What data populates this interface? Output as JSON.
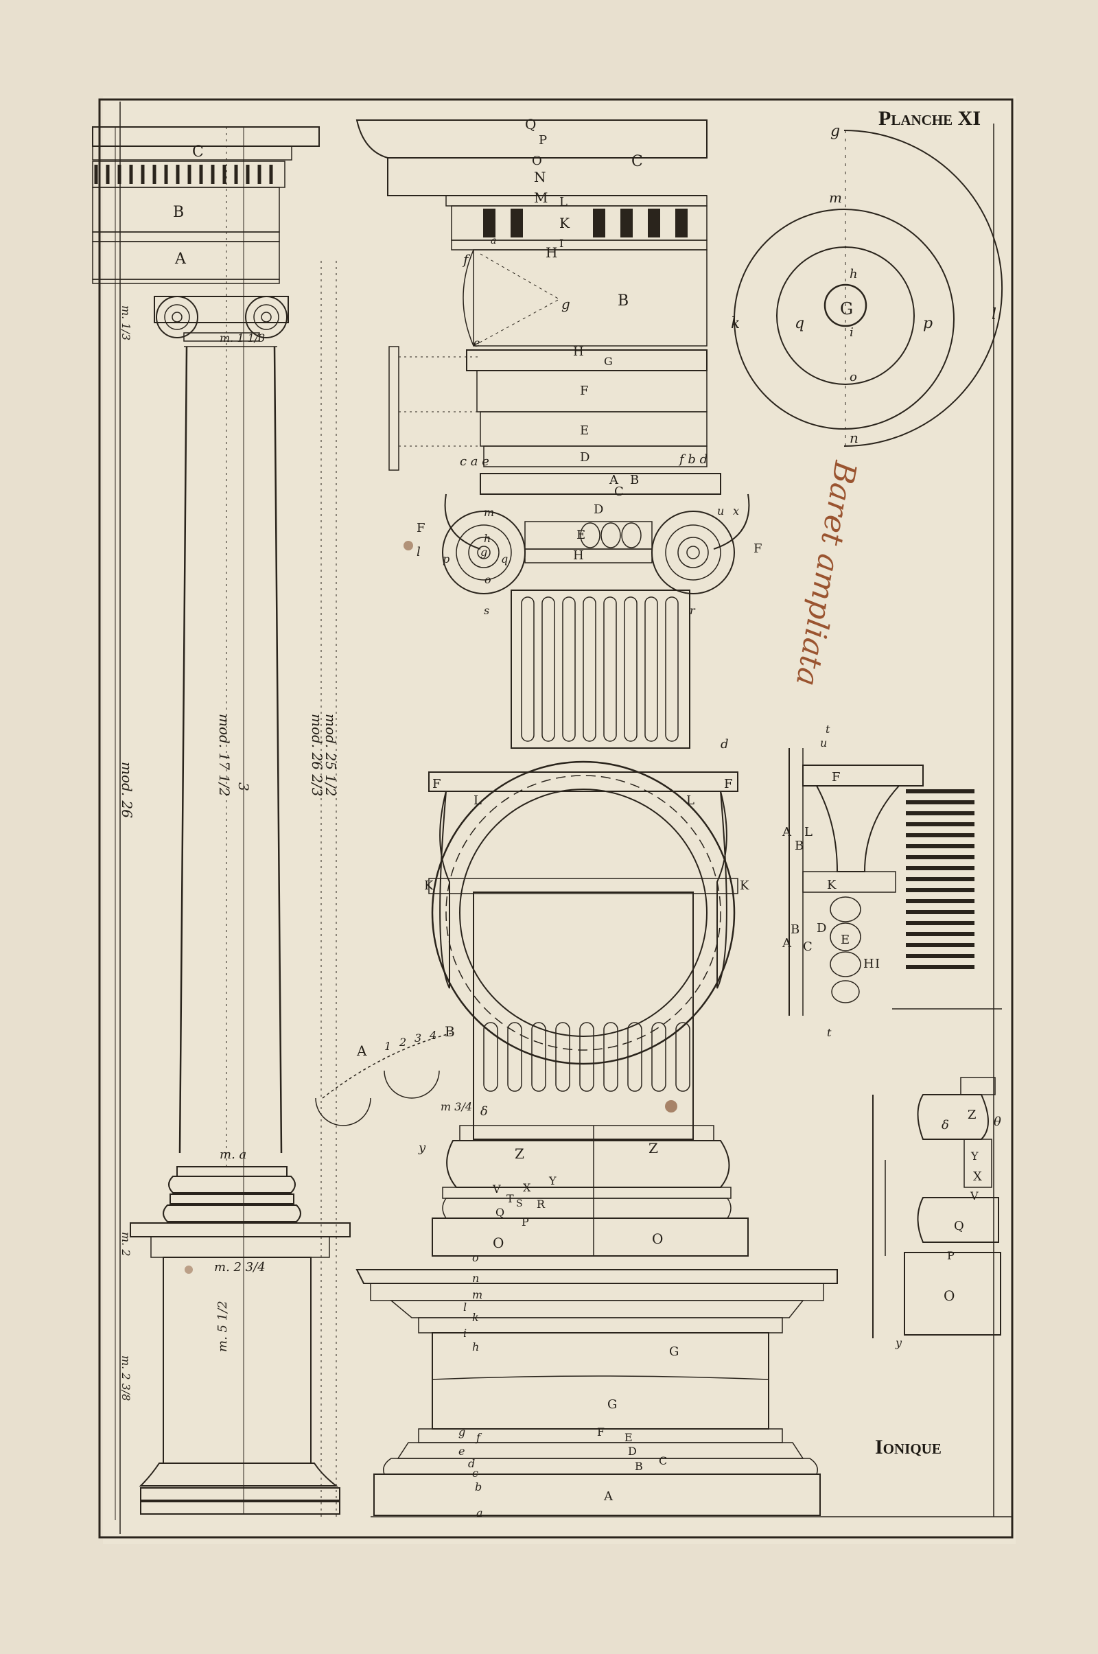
{
  "plate": {
    "title": "Planche XI",
    "order": "Ionique",
    "handwritten_note": "Baret ampliata"
  },
  "colors": {
    "paper": "#e8e0cf",
    "ink": "#2a241c",
    "brown_ink": "#9a5430",
    "stain": "#8a5a3a"
  },
  "left_elevation": {
    "entablature_labels": [
      "C",
      "B",
      "A"
    ],
    "measures": {
      "m_third_1": "m. 1/3",
      "m_third_2": "m. 1 1/3",
      "m_column": "mod. 17 1/2",
      "m_column_b": "3",
      "m_total": "mod. 26",
      "m_total_b": "mod. 25 1/2",
      "m_total_c": "mod. 26 2/3",
      "m_base": "m. 2",
      "m_pedestal_top": "m. 2 3/4",
      "m_pedestal": "m. 5 1/2",
      "m_ped_base": "m. 2 3/8",
      "m_a": "m. a"
    }
  },
  "entablature_detail": {
    "labels": [
      "Q",
      "P",
      "O",
      "N",
      "M",
      "L",
      "K",
      "I",
      "H",
      "C",
      "B",
      "f",
      "g",
      "e",
      "a"
    ],
    "architrave_labels": [
      "H",
      "G",
      "F",
      "E",
      "D"
    ],
    "edge_labels": [
      "c a e",
      "f b d"
    ]
  },
  "capital_detail": {
    "labels": [
      "A",
      "B",
      "C",
      "D",
      "E",
      "H",
      "F",
      "F",
      "m",
      "h",
      "g",
      "o",
      "p",
      "q",
      "l",
      "u",
      "x",
      "r",
      "s"
    ]
  },
  "volute_construction": {
    "labels": [
      "g",
      "m",
      "h",
      "G",
      "i",
      "o",
      "n",
      "k",
      "q",
      "p",
      "l"
    ]
  },
  "plan_capital": {
    "labels": [
      "F",
      "L",
      "L",
      "F",
      "K",
      "K",
      "d"
    ]
  },
  "side_profile": {
    "labels": [
      "t",
      "u",
      "F",
      "A",
      "B",
      "L",
      "K",
      "B",
      "A",
      "C",
      "D",
      "E",
      "H",
      "I",
      "t"
    ]
  },
  "column_base_detail": {
    "labels": [
      "Z",
      "Z",
      "V",
      "X",
      "Y",
      "T",
      "S",
      "R",
      "Q",
      "P",
      "O",
      "O",
      "y",
      "m 3/4",
      "δ"
    ],
    "measure": "m 3/4"
  },
  "pedestal_detail": {
    "labels": [
      "o",
      "n",
      "m",
      "l",
      "k",
      "i",
      "h",
      "G",
      "G",
      "g",
      "f",
      "F",
      "E",
      "D",
      "C",
      "B",
      "A",
      "e",
      "d",
      "c",
      "b",
      "a"
    ]
  },
  "small_base": {
    "labels": [
      "Z",
      "δ",
      "θ",
      "X",
      "Y",
      "V",
      "Q",
      "P",
      "O",
      "y"
    ]
  },
  "arc_scale": {
    "labels": [
      "A",
      "1",
      "2",
      "3",
      "4",
      "B"
    ]
  }
}
